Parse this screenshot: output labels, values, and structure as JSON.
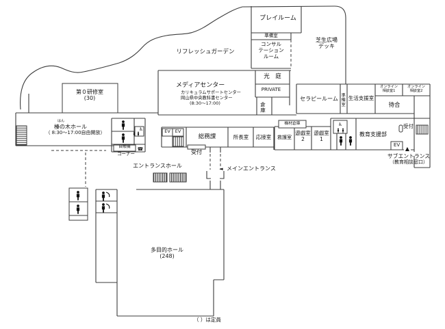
{
  "colors": {
    "wall": "#3b3b3b",
    "text": "#141414",
    "background": "#ffffff"
  },
  "icons": {
    "wheelchair": "♿",
    "phone": "☎",
    "left_arrow": "◄",
    "up_triangle": "▲"
  },
  "areas": {
    "north": {
      "playroom": "プレイルーム",
      "prep_room": "準備室",
      "consultation_room": "コンサル\nテーション\nルーム",
      "lawn_deck": "芝生広場\nデッキ",
      "refresh_garden": "リフレッシュガーデン"
    },
    "media_center": {
      "title": "メディアセンター",
      "line1": "カリキュラムサポートセンター",
      "line2": "岡山県中央教科書センター",
      "hours": "(8:30～17:00)"
    },
    "west": {
      "training_room": "第０研修室\n(30)",
      "hannoki_furigana": "はん",
      "hannoki_hall": "榛の木ホール",
      "hannoki_hours": "（ 8:30～17:00自由開放）",
      "vending": "自販機",
      "vending_corner": "コーナー"
    },
    "center": {
      "light_court": "光　庭",
      "private_room": "PRIVATE",
      "storage": "倉庫",
      "general_affairs": "総務課",
      "director_room": "所長室",
      "drawing_room": "応接室",
      "reception_west": "受付",
      "ev_west1": "EV",
      "ev_west2": "EV"
    },
    "east": {
      "therapy_room": "セラピールーム",
      "prep_room_side": "準備室",
      "life_support": "生活支援室",
      "online_room1": "オンライン\n相談室1",
      "online_room2": "オンライン\n相談室2",
      "waiting": "待合",
      "equipment_storage": "機材倉庫",
      "first_aid": "救護室",
      "play_room2": "遊戯室\n2",
      "play_room1": "遊戯室\n1",
      "education_support": "教育支援部",
      "reception_east": "受付",
      "ev_east": "EV",
      "sub_entrance": "サブエントランス",
      "sub_entrance_note": "（教育相談窓口）"
    },
    "south": {
      "entrance_hall": "エントランスホール",
      "main_entrance": "メインエントランス",
      "multi_hall": "多目的ホール\n(248)",
      "capacity_note": "（ ）は定員"
    }
  }
}
